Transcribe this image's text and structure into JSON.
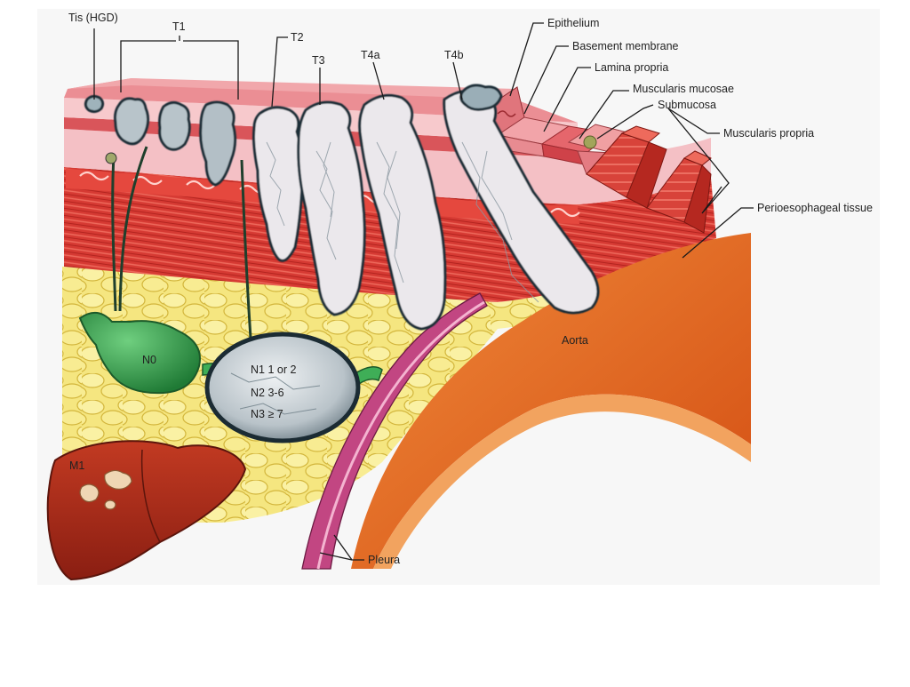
{
  "labels": {
    "tis": "Tis (HGD)",
    "t1": "T1",
    "t2": "T2",
    "t3": "T3",
    "t4a": "T4a",
    "t4b": "T4b",
    "epithelium": "Epithelium",
    "basement_membrane": "Basement membrane",
    "lamina_propria": "Lamina propria",
    "muscularis_mucosae": "Muscularis mucosae",
    "submucosa": "Submucosa",
    "muscularis_propria": "Muscularis propria",
    "periesophageal": "Perioesophageal tissue",
    "aorta": "Aorta",
    "pleura": "Pleura",
    "n0": "N0",
    "n1": "N1 1 or 2",
    "n2": "N2 3-6",
    "n3": "N3 ≥ 7",
    "m1": "M1"
  },
  "colors": {
    "epithelium": "#e98a90",
    "lamina": "#f6c3c7",
    "submucosa": "#f2b6bb",
    "muscle": "#d93a35",
    "muscle_dark": "#a81f1c",
    "fat": "#f3e27a",
    "fat_line": "#d6bb40",
    "aorta": "#e46a23",
    "aorta_inner": "#f4a560",
    "pleura": "#c13f7b",
    "node_green": "#2f9a4a",
    "tumor": "#e9e7ea",
    "tumor_edge": "#1f3038",
    "liver": "#a52b1b"
  }
}
